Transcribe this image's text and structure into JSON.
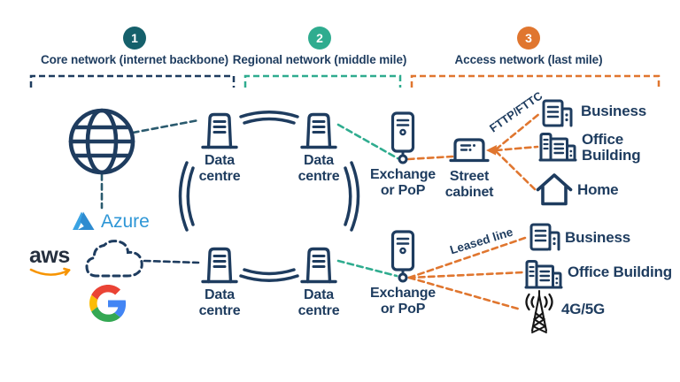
{
  "sections": [
    {
      "number": "1",
      "label": "Core network (internet backbone)",
      "color": "#15606b"
    },
    {
      "number": "2",
      "label": "Regional network (middle mile)",
      "color": "#2fac8f"
    },
    {
      "number": "3",
      "label": "Access network (last mile)",
      "color": "#e0762f"
    }
  ],
  "nodes": {
    "data_centre": {
      "line1": "Data",
      "line2": "centre"
    },
    "exchange": {
      "line1": "Exchange",
      "line2": "or PoP"
    },
    "street_cabinet": {
      "line1": "Street",
      "line2": "cabinet"
    },
    "business": "Business",
    "office_building_line1": "Office",
    "office_building_line2": "Building",
    "office_building": "Office Building",
    "home": "Home",
    "cellular": "4G/5G"
  },
  "link_labels": {
    "fttp": "FTTP/FTTC",
    "leased_line": "Leased line"
  },
  "logos": {
    "azure": "Azure",
    "aws": "aws"
  },
  "colors": {
    "navy": "#1e3c5f",
    "core_teal": "#15606b",
    "regional_teal": "#2fac8f",
    "access_orange": "#e0762f",
    "globe_line": "#2a5a6e",
    "azure_blue": "#2e96d6",
    "aws_smile_orange": "#f79400"
  },
  "icons": [
    "globe-icon",
    "cloud-icon",
    "azure-logo",
    "aws-logo",
    "google-logo",
    "data-centre-icon",
    "exchange-pop-icon",
    "street-cabinet-icon",
    "business-building-icon",
    "office-building-icon",
    "home-icon",
    "cell-tower-icon"
  ]
}
